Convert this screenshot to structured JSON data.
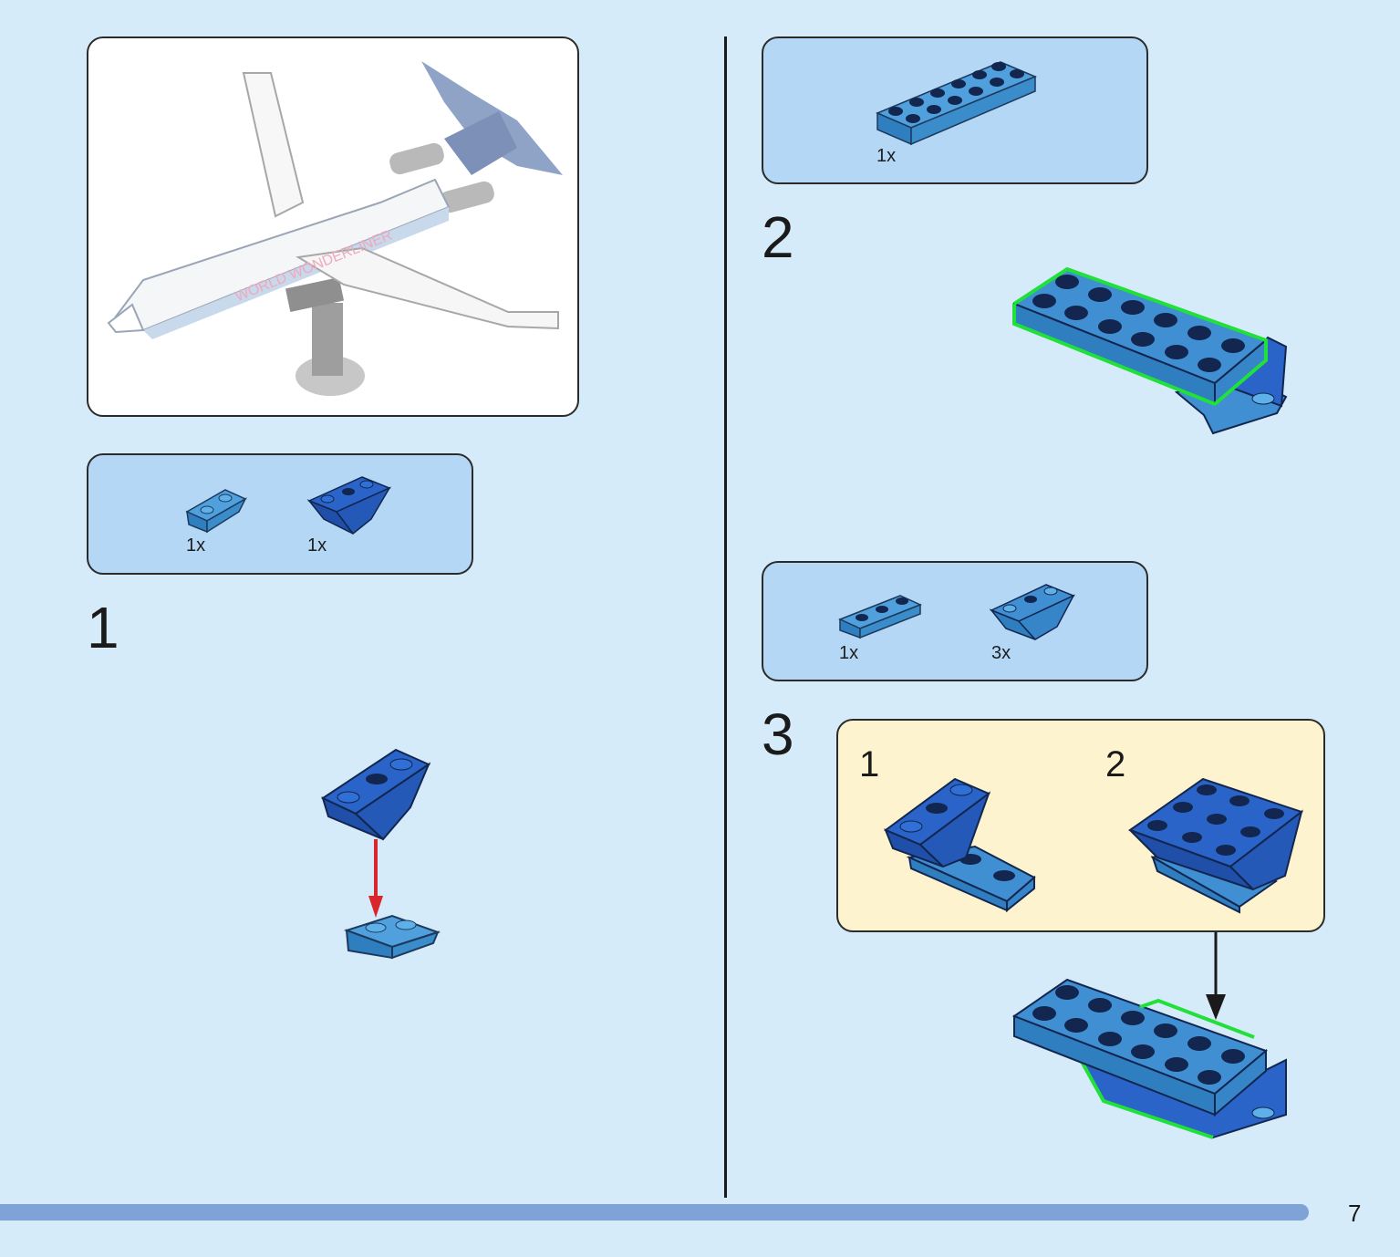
{
  "page": {
    "number": "7"
  },
  "preview": {
    "image": "finished-airplane-model",
    "fuselage_text": "WORLD WONDERLINER"
  },
  "steps": [
    {
      "number": "1",
      "parts": [
        {
          "qty": "1x",
          "part": "inverted-slope-plate-1x2"
        },
        {
          "qty": "1x",
          "part": "inverted-slope-2x2"
        }
      ]
    },
    {
      "number": "2",
      "parts": [
        {
          "qty": "1x",
          "part": "plate-2x6"
        }
      ]
    },
    {
      "number": "3",
      "parts": [
        {
          "qty": "1x",
          "part": "plate-1x3"
        },
        {
          "qty": "3x",
          "part": "inverted-slope-2x2"
        }
      ],
      "substeps": [
        {
          "number": "1"
        },
        {
          "number": "2"
        }
      ]
    }
  ],
  "colors": {
    "background": "#d6ebfa",
    "parts_box": "#b3d7f4",
    "substep_box": "#fdf3cf",
    "brick_blue": "#2a64c8",
    "brick_light": "#3f8fd2",
    "highlight": "#22e03a",
    "arrow_red": "#d8262c",
    "progress": "#7fa3d6"
  }
}
